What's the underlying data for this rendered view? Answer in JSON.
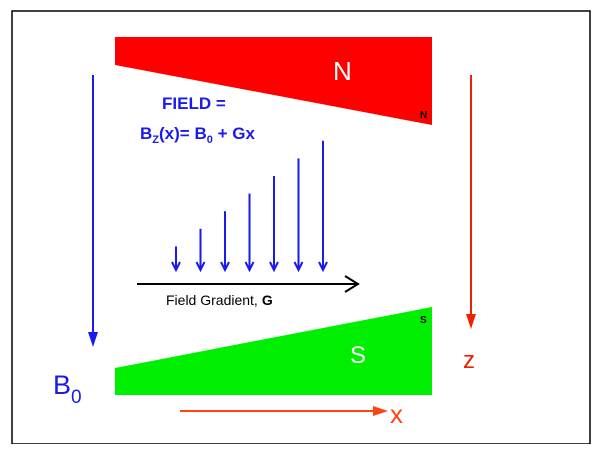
{
  "field_formula": {
    "line1": "FIELD =",
    "line2_lhs_B": "B",
    "line2_lhs_sub": "Z",
    "line2_lhs_arg": "(x)= B",
    "line2_rhs_sub": "0",
    "line2_rhs_tail": " + Gx"
  },
  "magnet_north": {
    "label": "N",
    "small_label": "N"
  },
  "magnet_south": {
    "label": "S",
    "small_label": "S"
  },
  "b0_label": {
    "main": "B",
    "sub": "0"
  },
  "z_label": "z",
  "x_label": "x",
  "gradient_label": {
    "text": "Field Gradient,",
    "symbol": "G"
  },
  "field_arrows": {
    "relative_lengths": [
      1,
      2,
      3,
      4,
      5,
      6,
      7
    ]
  },
  "colors": {
    "north": "#ff0000",
    "south": "#00ee00",
    "blue": "#1a1aee",
    "red_axis": "#ee2200",
    "orange_x": "#ff4411",
    "black": "#000000"
  }
}
